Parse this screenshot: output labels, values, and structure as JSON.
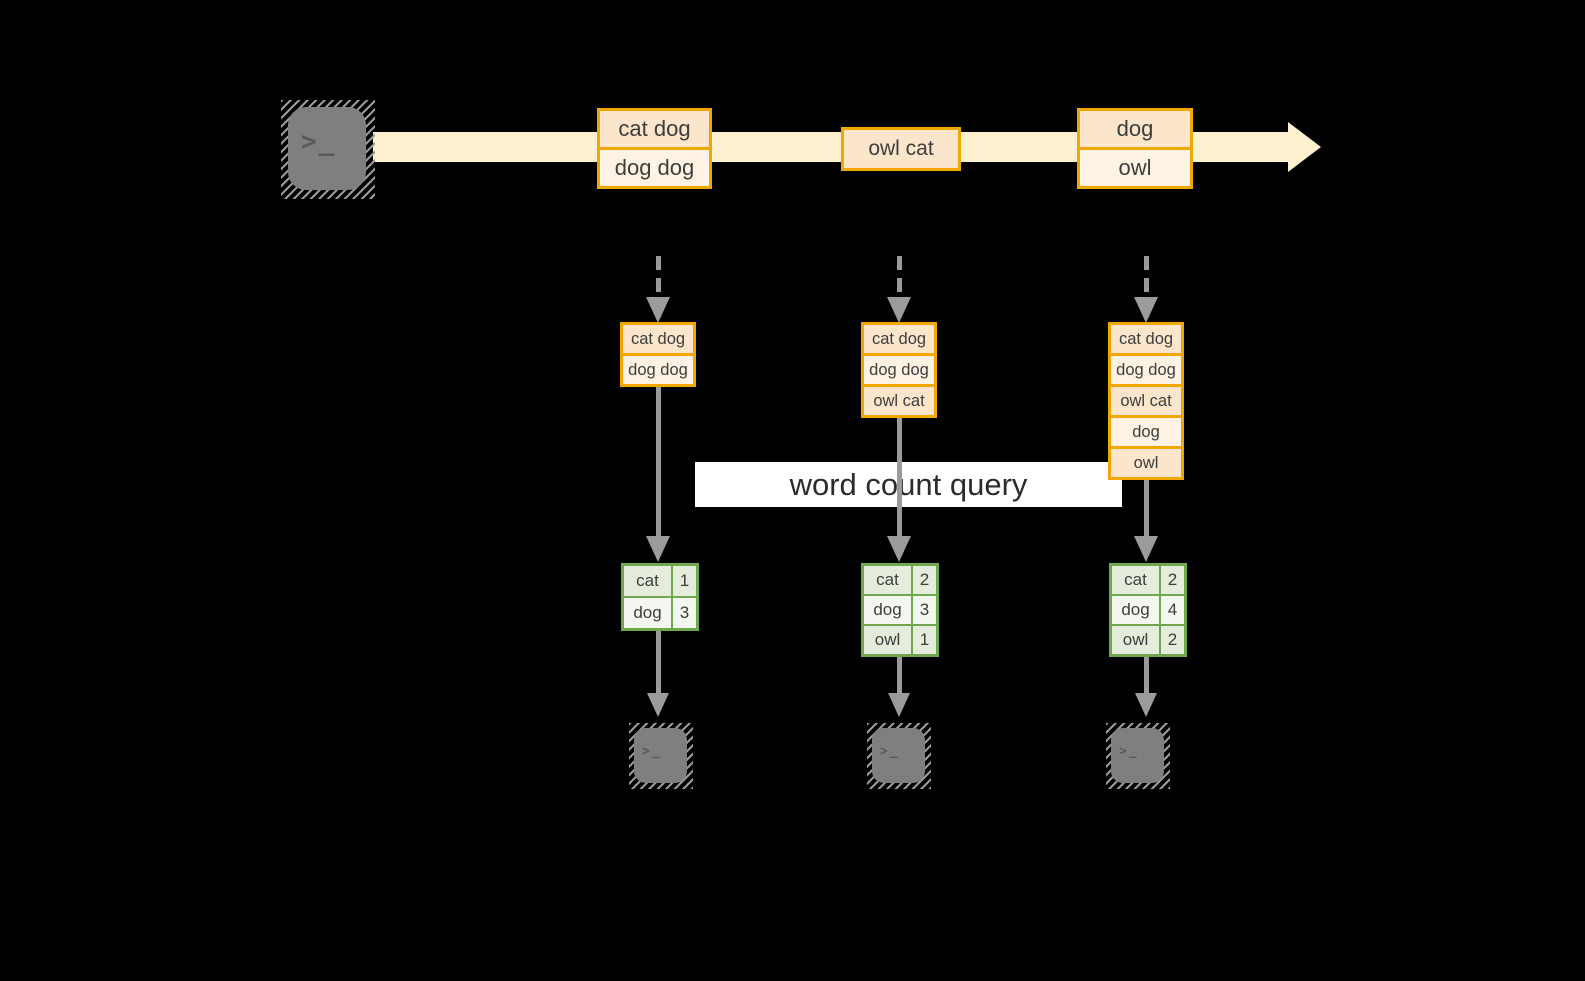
{
  "diagram": {
    "query_label": "word count query",
    "terminal_glyph": ">_"
  },
  "stream": {
    "batches": [
      {
        "lines": [
          "cat dog",
          "dog dog"
        ]
      },
      {
        "lines": [
          "owl cat"
        ]
      },
      {
        "lines": [
          "dog",
          "owl"
        ]
      }
    ]
  },
  "columns": [
    {
      "buffer": [
        "cat dog",
        "dog dog"
      ],
      "counts": [
        {
          "word": "cat",
          "count": "1"
        },
        {
          "word": "dog",
          "count": "3"
        }
      ]
    },
    {
      "buffer": [
        "cat dog",
        "dog dog",
        "owl cat"
      ],
      "counts": [
        {
          "word": "cat",
          "count": "2"
        },
        {
          "word": "dog",
          "count": "3"
        },
        {
          "word": "owl",
          "count": "1"
        }
      ]
    },
    {
      "buffer": [
        "cat dog",
        "dog dog",
        "owl cat",
        "dog",
        "owl"
      ],
      "counts": [
        {
          "word": "cat",
          "count": "2"
        },
        {
          "word": "dog",
          "count": "4"
        },
        {
          "word": "owl",
          "count": "2"
        }
      ]
    }
  ],
  "colors": {
    "background": "#000000",
    "stream_band": "#fdf1cf",
    "record_border": "#f0a800",
    "record_fill_dark": "#fbe5cb",
    "record_fill_light": "#fdf2e3",
    "table_border": "#70a84f",
    "table_fill_dark": "#e4ecdb",
    "table_fill_light": "#f4f7f0",
    "arrow_gray": "#9b9b9b",
    "terminal_gray": "#7f7f7f",
    "text": "#3e3e3e"
  }
}
